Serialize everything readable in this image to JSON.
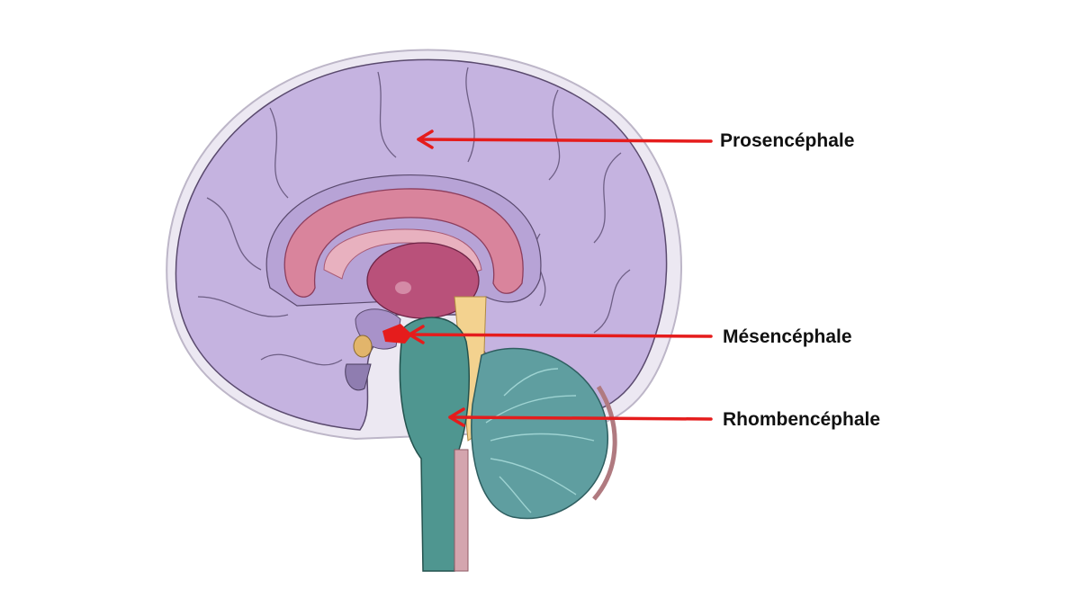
{
  "labels": {
    "forebrain": "Prosencéphale",
    "midbrain": "Mésencéphale",
    "hindbrain": "Rhombencéphale"
  },
  "colors": {
    "cerebrum": "#c5b3e0",
    "cerebrum_outline": "#5a4a6e",
    "corpus_callosum": "#d9849c",
    "thalamus": "#b9517a",
    "brainstem": "#4f9690",
    "cerebellum": "#5f9ea0",
    "arrow": "#e51c1c",
    "spinal_tract": "#f3d28f"
  }
}
